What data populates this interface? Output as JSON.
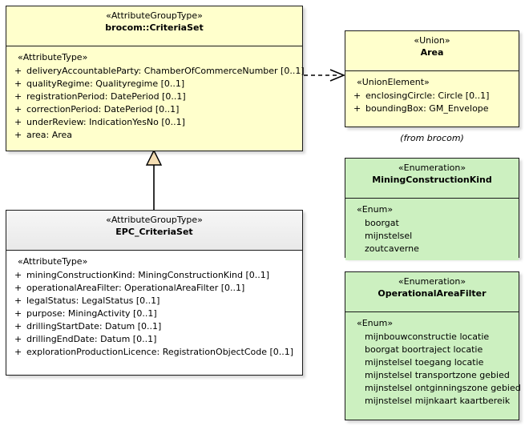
{
  "diagram": {
    "type": "uml-class-diagram",
    "background": "#ffffff",
    "colors": {
      "class_yellow": "#ffffcc",
      "enum_green": "#ccf0c0",
      "subclass_header_grey": "#efefef",
      "border": "#1a1a1a",
      "generalization_fill": "#f5deb3",
      "line": "#000000"
    }
  },
  "classes": {
    "criteria_set": {
      "stereotype": "«AttributeGroupType»",
      "name": "brocom::CriteriaSet",
      "group_label": "«AttributeType»",
      "attributes": [
        {
          "visibility": "+",
          "text": "deliveryAccountableParty: ChamberOfCommerceNumber [0..1]"
        },
        {
          "visibility": "+",
          "text": "qualityRegime: Qualityregime [0..1]"
        },
        {
          "visibility": "+",
          "text": "registrationPeriod: DatePeriod [0..1]"
        },
        {
          "visibility": "+",
          "text": "correctionPeriod: DatePeriod [0..1]"
        },
        {
          "visibility": "+",
          "text": "underReview: IndicationYesNo [0..1]"
        },
        {
          "visibility": "+",
          "text": "area: Area"
        }
      ]
    },
    "epc_criteria_set": {
      "stereotype": "«AttributeGroupType»",
      "name": "EPC_CriteriaSet",
      "group_label": "«AttributeType»",
      "attributes": [
        {
          "visibility": "+",
          "text": "miningConstructionKind: MiningConstructionKind [0..1]"
        },
        {
          "visibility": "+",
          "text": "operationalAreaFilter: OperationalAreaFilter [0..1]"
        },
        {
          "visibility": "+",
          "text": "legalStatus: LegalStatus [0..1]"
        },
        {
          "visibility": "+",
          "text": "purpose: MiningActivity [0..1]"
        },
        {
          "visibility": "+",
          "text": "drillingStartDate: Datum [0..1]"
        },
        {
          "visibility": "+",
          "text": "drillingEndDate: Datum [0..1]"
        },
        {
          "visibility": "+",
          "text": "explorationProductionLicence: RegistrationObjectCode [0..1]"
        }
      ]
    },
    "area": {
      "stereotype": "«Union»",
      "name": "Area",
      "group_label": "«UnionElement»",
      "attributes": [
        {
          "visibility": "+",
          "text": "enclosingCircle: Circle [0..1]"
        },
        {
          "visibility": "+",
          "text": "boundingBox: GM_Envelope"
        }
      ],
      "caption": "(from brocom)"
    },
    "mining_construction_kind": {
      "stereotype": "«Enumeration»",
      "name": "MiningConstructionKind",
      "group_label": "«Enum»",
      "values": [
        "boorgat",
        "mijnstelsel",
        "zoutcaverne"
      ]
    },
    "operational_area_filter": {
      "stereotype": "«Enumeration»",
      "name": "OperationalAreaFilter",
      "group_label": "«Enum»",
      "values": [
        "mijnbouwconstructie locatie",
        "boorgat boortraject locatie",
        "mijnstelsel toegang locatie",
        "mijnstelsel transportzone gebied",
        "mijnstelsel ontginningszone gebied",
        "mijnstelsel mijnkaart kaartbereik"
      ]
    }
  },
  "connectors": [
    {
      "id": "generalization",
      "kind": "generalization",
      "from": "EPC_CriteriaSet",
      "to": "brocom::CriteriaSet",
      "style": "solid-line-hollow-triangle"
    },
    {
      "id": "dependency",
      "kind": "dependency",
      "from": "brocom::CriteriaSet",
      "to": "Area",
      "style": "dashed-line-open-arrow"
    }
  ]
}
